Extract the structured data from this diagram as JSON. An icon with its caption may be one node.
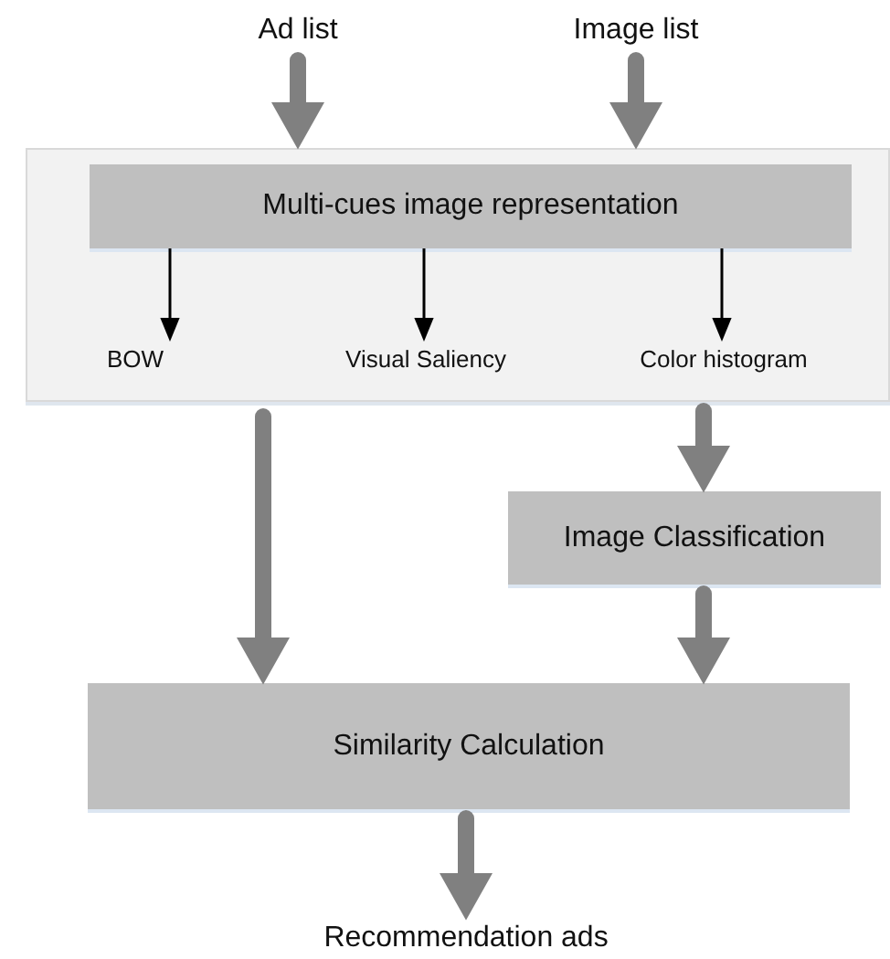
{
  "diagram": {
    "nodes": [
      {
        "text": [
          "Ad list"
        ]
      },
      {
        "text": [
          "Image list"
        ]
      },
      {
        "text": [],
        "shape": "box"
      },
      {
        "text": [
          "Multi-cues image representation"
        ],
        "in": 2
      },
      {
        "text": [
          "BOW"
        ],
        "in": 2
      },
      {
        "text": [
          "Visual Saliency"
        ],
        "in": 2
      },
      {
        "text": [
          "Color histogram"
        ],
        "in": 2
      },
      {
        "text": [
          "Image Classification"
        ]
      },
      {
        "text": [
          "Similarity Calculation"
        ]
      },
      {
        "text": [
          "Recommendation ads"
        ]
      }
    ],
    "edges": [
      {
        "from": 0,
        "to": 2,
        "arrow": "to"
      },
      {
        "from": 1,
        "to": 2,
        "arrow": "to"
      },
      {
        "from": 3,
        "to": 4,
        "arrow": "to",
        "color": "#000000"
      },
      {
        "from": 3,
        "to": 5,
        "arrow": "to",
        "color": "#000000"
      },
      {
        "from": 3,
        "to": 6,
        "arrow": "to",
        "color": "#000000"
      },
      {
        "from": 2,
        "to": 8,
        "arrow": "to"
      },
      {
        "from": 2,
        "to": 7,
        "arrow": "to"
      },
      {
        "from": 7,
        "to": 8,
        "arrow": "to"
      },
      {
        "from": 8,
        "to": 9,
        "arrow": "to"
      }
    ]
  }
}
